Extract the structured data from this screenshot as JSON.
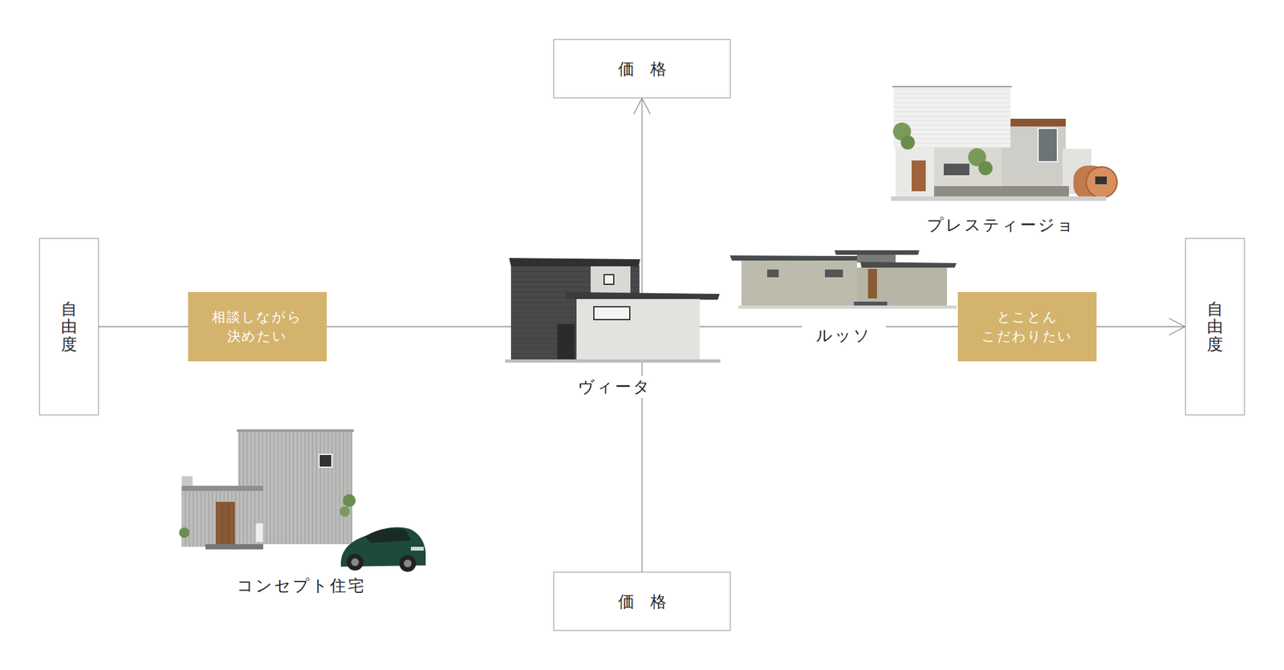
{
  "diagram": {
    "nodes": [
      {
        "text": [
          "価　格"
        ]
      },
      {
        "text": [
          "自由度"
        ]
      },
      {
        "text": [
          "相談しながら 決めたい"
        ]
      },
      {
        "text": [
          "とことん こだわりたい"
        ]
      },
      {
        "text": [
          "自由度"
        ]
      },
      {
        "text": [
          "価　格"
        ]
      }
    ],
    "edges": [
      {
        "from": 5,
        "to": 0,
        "arrow": "to"
      },
      {
        "from": 1,
        "to": 4,
        "arrow": "to"
      }
    ],
    "labels": [
      "プレスティージョ",
      "ルッソ",
      "ヴィータ",
      "コンセプト住宅"
    ]
  }
}
